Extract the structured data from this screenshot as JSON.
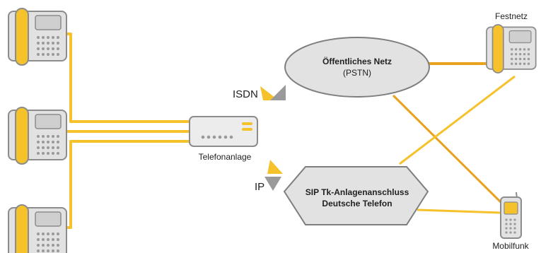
{
  "labels": {
    "pbx": "Telefonanlage",
    "isdn": "ISDN",
    "ip": "IP",
    "public_net_title": "Öffentliches Netz",
    "public_net_sub": "(PSTN)",
    "sip_line1": "SIP Tk-Anlagenanschluss",
    "sip_line2": "Deutsche Telefon",
    "landline": "Festnetz",
    "mobile": "Mobilfunk"
  },
  "colors": {
    "accent": "#F5C22B",
    "accent_dark": "#E8A21E",
    "device_fill": "#E2E2E2",
    "device_stroke": "#8C8C8C",
    "isdn_arrow": "#9A9A9A"
  }
}
